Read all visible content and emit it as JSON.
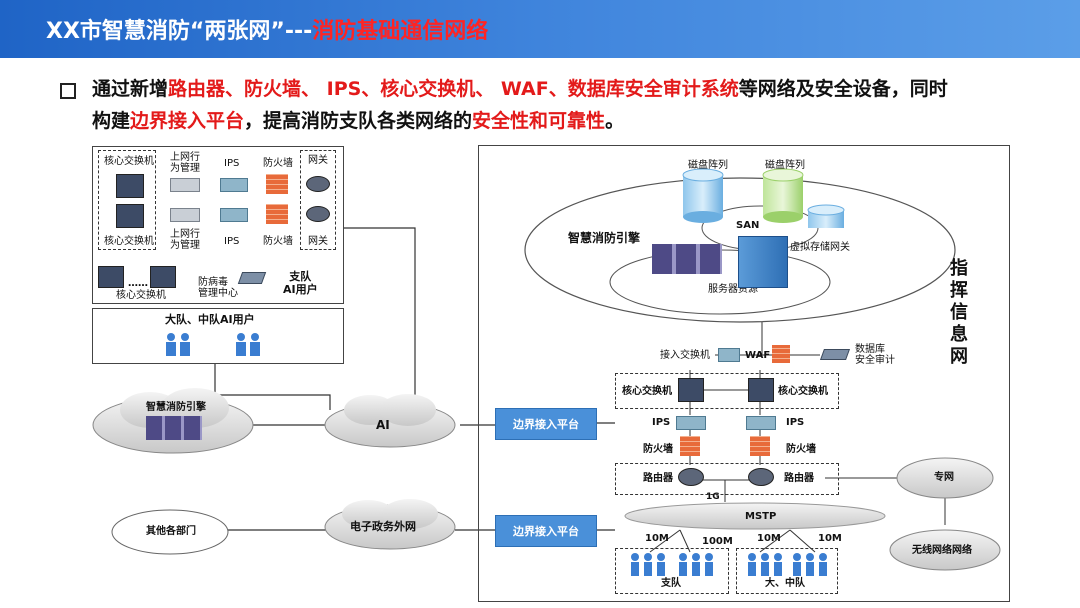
{
  "header": {
    "title_main": "XX市智慧消防“两张网”---",
    "title_sub": "消防基础通信网络"
  },
  "bullet": {
    "s1": "通过新增",
    "s2": "路由器、防火墙、 IPS、核心交换机、 WAF、数据库安全审计系统",
    "s3": "等网络及安全设备，同时",
    "s4": "构建",
    "s5": "边界接入平台",
    "s6": "，提高消防支队各类网络的",
    "s7": "安全性和可靠性",
    "s8": "。"
  },
  "left": {
    "core_switch_top": "核心交换机",
    "behavior_mgmt_1": "上网行\n为管理",
    "ips_1": "IPS",
    "firewall_1": "防火墙",
    "gateway_1": "网关",
    "core_switch_bottom": "核心交换机",
    "behavior_mgmt_2": "上网行\n为管理",
    "ips_2": "IPS",
    "firewall_2": "防火墙",
    "gateway_2": "网关",
    "dots": "……",
    "core_switch_cluster": "核心交换机",
    "antivirus": "防病毒\n管理中心",
    "zhidui_ai": "支队\nAI用户",
    "team_ai": "大队、中队AI用户",
    "cloud_engine": "智慧消防引擎",
    "cloud_ai": "AI",
    "cloud_other": "其他各部门",
    "cloud_egov": "电子政务外网"
  },
  "mid": {
    "boundary_1": "边界接入平台",
    "boundary_2": "边界接入平台"
  },
  "right": {
    "disk_array_1": "磁盘阵列",
    "disk_array_2": "磁盘阵列",
    "san": "SAN",
    "engine": "智慧消防引擎",
    "vstorage": "虚拟存储网关",
    "server_res": "服务器资源",
    "command_net": "指\n挥\n信\n息\n网",
    "access_switch": "接入交换机",
    "waf": "WAF",
    "db_audit": "数据库\n安全审计",
    "core_left": "核心交换机",
    "core_right": "核心交换机",
    "ips_l": "IPS",
    "ips_r": "IPS",
    "fw_l": "防火墙",
    "fw_r": "防火墙",
    "router_l": "路由器",
    "router_r": "路由器",
    "g1": "1G",
    "mstp": "MSTP",
    "m1": "10M",
    "m2": "100M",
    "m3": "10M",
    "m4": "10M",
    "zhidui": "支队",
    "dazhongdui": "大、中队",
    "private_net": "专网",
    "wireless": "无线网络网络"
  },
  "colors": {
    "header_blue": "#1f64c6",
    "accent_red": "#e31a1a",
    "boundary_blue": "#4a90d9"
  }
}
